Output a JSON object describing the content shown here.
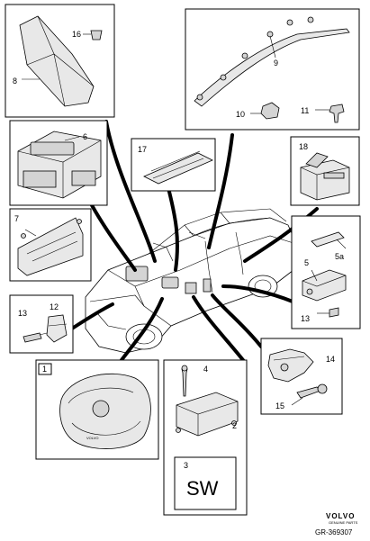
{
  "labels": {
    "l1": "1",
    "l2": "2",
    "l3": "3",
    "l4": "4",
    "l5": "5",
    "l5a": "5a",
    "l6": "6",
    "l7": "7",
    "l8": "8",
    "l9": "9",
    "l10": "10",
    "l11": "11",
    "l12": "12",
    "l13a": "13",
    "l13b": "13",
    "l14": "14",
    "l15": "15",
    "l16": "16",
    "l17": "17",
    "l18": "18"
  },
  "sw_text": "SW",
  "brand": {
    "name": "VOLVO",
    "tagline": "GENUINE PARTS"
  },
  "reference": "GR-369307"
}
